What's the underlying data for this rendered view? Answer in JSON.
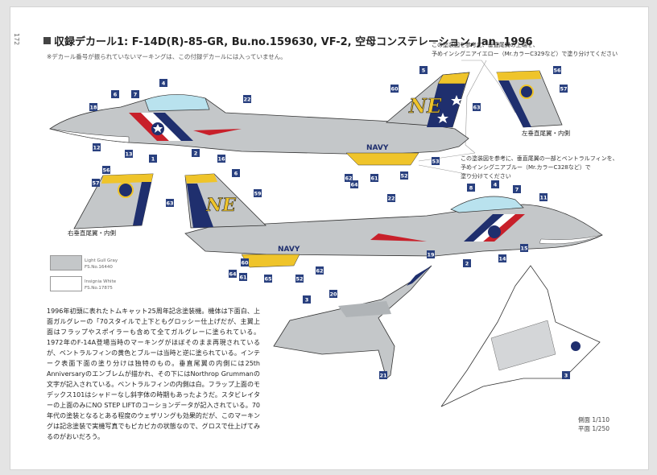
{
  "page": {
    "number": "172",
    "title": "収録デカール1: F-14D(R)-85-GR, Bu.no.159630, VF-2, 空母コンステレーション, Jan. 1996",
    "note": "※デカール番号が振られていないマーキングは、この付録デカールには入っていません。",
    "ref_yellow": [
      "この塗装図を参考に、垂直尾翼の上端を、",
      "予めインシグニアイエロー（Mr.カラーC329など）で塗り分けてください"
    ],
    "ref_blue": [
      "この塗装図を参考に、垂直尾翼の一部とベントラルフィンを、",
      "予めインシグニアブルー（Mr.カラーC328など）で",
      "塗り分けてください"
    ],
    "captions": {
      "left_tail_inner": "左垂直尾翼・内側",
      "right_tail_inner": "右垂直尾翼・内側"
    },
    "legend": [
      {
        "name": [
          "Light Gull Gray",
          "FS.No.16440"
        ],
        "color": "#c4c7c9"
      },
      {
        "name": [
          "Insignia White",
          "FS.No.17875"
        ],
        "color": "#ffffff"
      }
    ],
    "body": "1996年初頭に表れたトムキャット25周年記念塗装機。機体は下面白、上面ガルグレーの「70スタイルで上下ともグロッシー仕上げだが、主翼上面はフラップやスポイラーも含めて全てガルグレーに塗られている。1972年のF-14A登場当時のマーキングがほぼそのまま再現されているが、ベントラルフィンの黄色とブルーは当時と逆に塗られている。インテーク表面下面の塗り分けは独特のもの。垂直尾翼の内側には25th Anniversaryのエンブレムが描かれ、その下にはNorthrop Grummanの文字が記入されている。ベントラルフィンの内側は白。フラップ上面のモデックス101はシャドーなし斜字体の時期もあったようだ。スタビレイターの上面のみにNO STEP LIFTのコーションデータが記入されている。70年代の塗装となるとある程度のウェザリングも効果的だが、このマーキングは記念塗装で実機写真でもピカピカの状態なので、グロスで仕上げてみるのがおいだろう。",
    "scale": [
      "側面 1/110",
      "平面 1/250"
    ],
    "tail_code": "NE",
    "navy_text": "NAVY",
    "callouts_top": [
      "4",
      "6",
      "7",
      "18",
      "22",
      "1",
      "12",
      "13",
      "16",
      "2",
      "5",
      "60",
      "63",
      "56",
      "57",
      "62",
      "64",
      "61",
      "52",
      "53"
    ],
    "callouts_mid": [
      "6",
      "56",
      "57",
      "59",
      "63",
      "8",
      "4",
      "7",
      "11",
      "22",
      "2",
      "14",
      "15",
      "19",
      "60",
      "64",
      "61",
      "65",
      "62",
      "52"
    ],
    "callouts_bottom": [
      "3",
      "20",
      "21",
      "3"
    ],
    "colors": {
      "gray": "#c4c7c9",
      "blue": "#1f2f6e",
      "yellow": "#efc42a",
      "red": "#c8202a",
      "canopy": "#b9e2ee",
      "callout": "#29407f"
    }
  }
}
